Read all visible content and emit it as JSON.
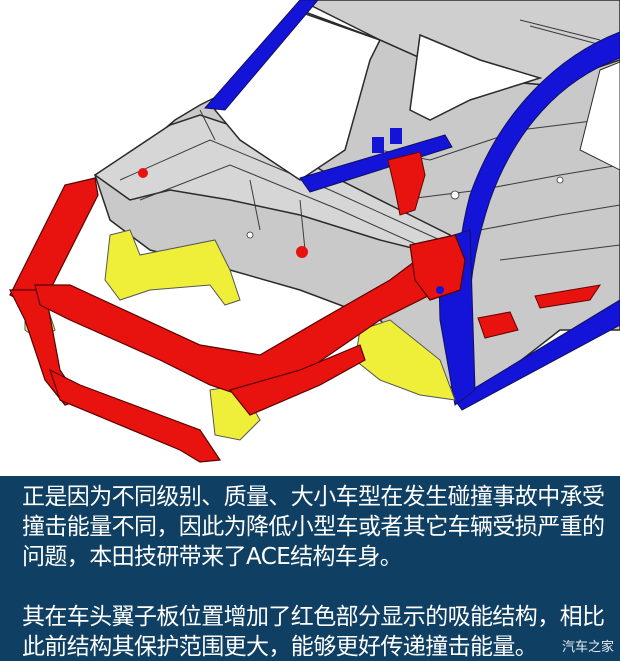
{
  "figure": {
    "subject": "ACE body structure illustration (front-left view of car body-in-white)",
    "colors": {
      "background": "#ffffff",
      "body_gray": "#c8c8c8",
      "outline": "#2a2a2a",
      "red_energy_absorbing": "#e8130f",
      "yellow_members": "#efef3a",
      "blue_pillars": "#1414d8"
    },
    "legend_meaning": {
      "red": "红色部分：吸能结构"
    }
  },
  "caption": {
    "background": "#0f3f63",
    "text_color": "#ffffff",
    "paragraphs": [
      {
        "lines": [
          "正是因为不同级别、质量、大小车型在发生碰撞事故中承受",
          "撞击能量不同，因此为降低小型车或者其它车辆受损严重的",
          "问题，本田技研带来了ACE结构车身。"
        ]
      },
      {
        "lines": [
          "其在车头翼子板位置增加了红色部分显示的吸能结构，相比",
          "此前结构其保护范围更大，能够更好传递撞击能量。"
        ]
      }
    ]
  },
  "watermark": {
    "text": "汽车之家"
  }
}
